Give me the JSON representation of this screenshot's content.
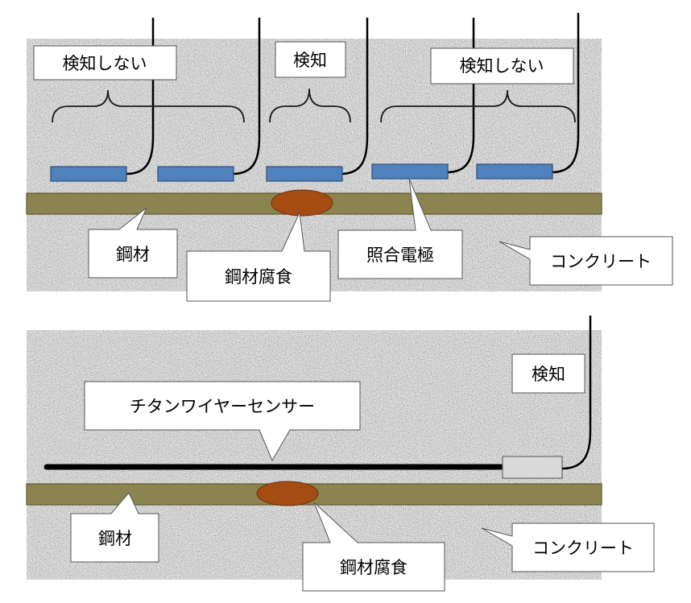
{
  "colors": {
    "concrete": "#a6a6a6",
    "steel": "#8c8450",
    "steel_edge": "#5e5830",
    "corrosion": "#a44c12",
    "electrode": "#4f81bd",
    "electrode_edge": "#2f4f7a",
    "wire": "#000000",
    "sensor_end": "#d9d9d9"
  },
  "top_panel": {
    "brace_labels": [
      "検知しない",
      "検知",
      "検知しない"
    ],
    "steel_label": "鋼材",
    "corrosion_label": "鋼材腐食",
    "electrode_label": "照合電極",
    "concrete_label": "コンクリート"
  },
  "bottom_panel": {
    "detect_label": "検知",
    "sensor_label": "チタンワイヤーセンサー",
    "steel_label": "鋼材",
    "corrosion_label": "鋼材腐食",
    "concrete_label": "コンクリート"
  }
}
